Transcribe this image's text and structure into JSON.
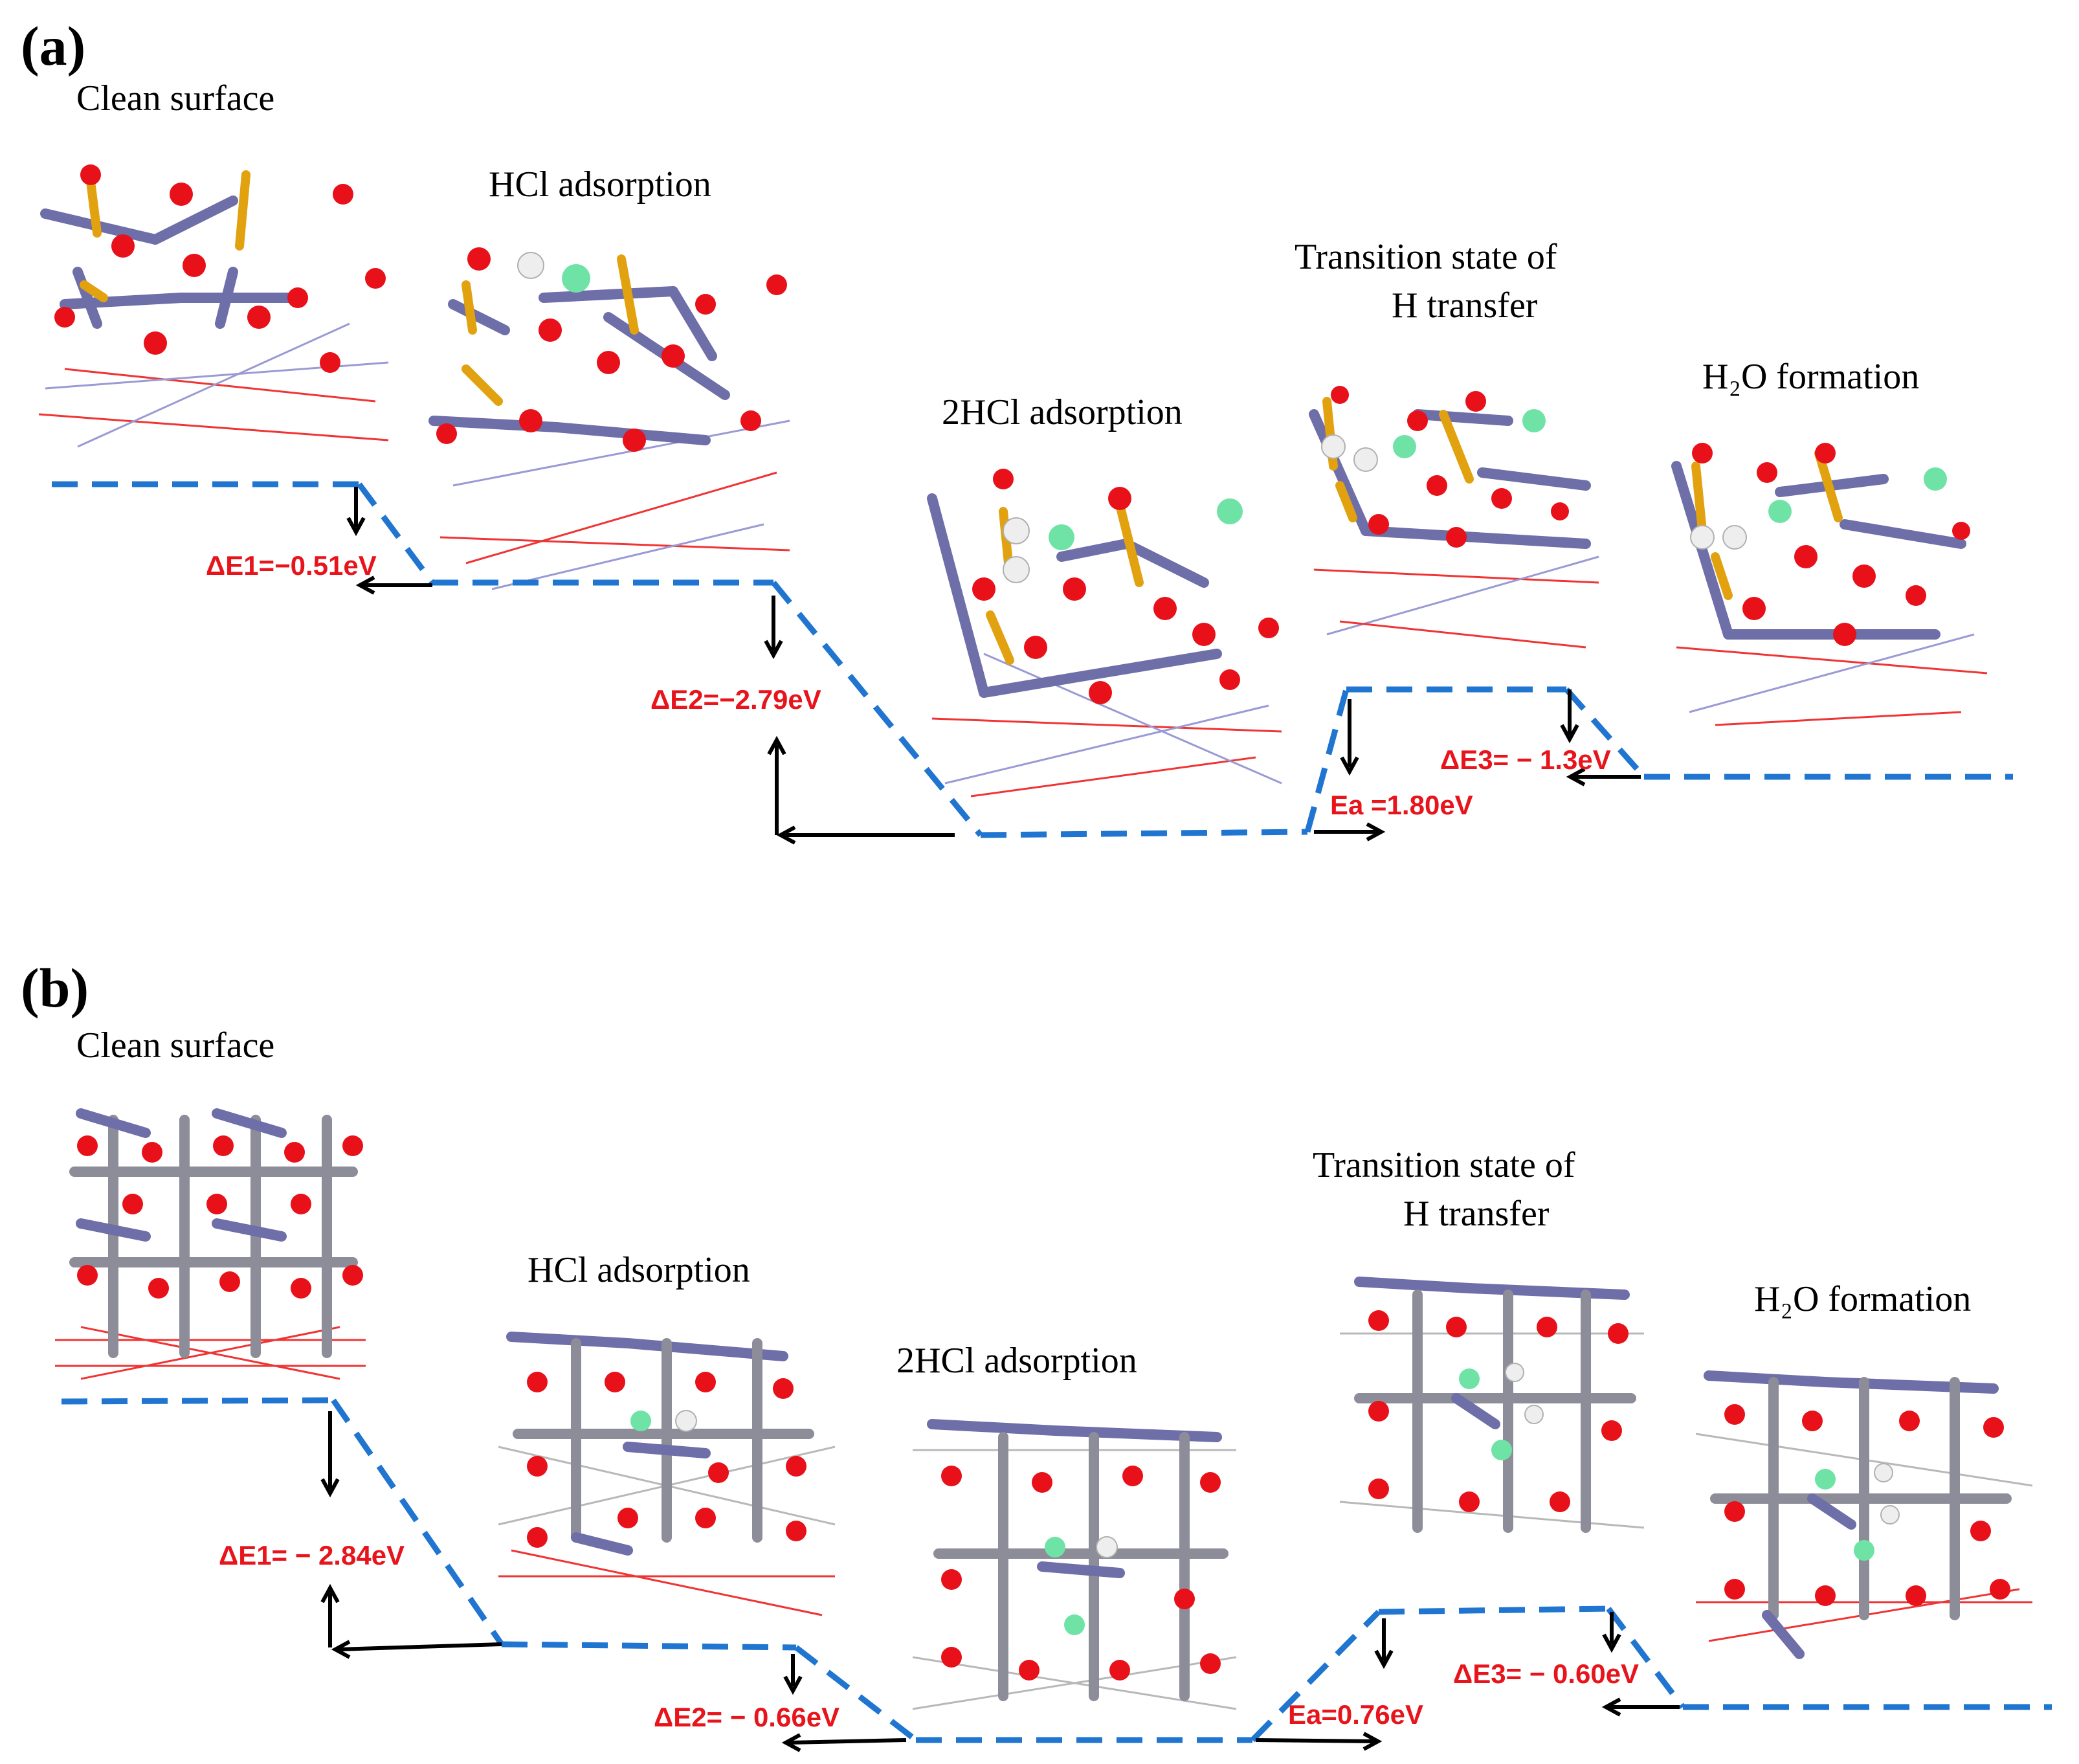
{
  "panels": [
    {
      "label": "(a)",
      "states": [
        {
          "label": "Clean surface"
        },
        {
          "label": "HCl adsorption"
        },
        {
          "label": "2HCl adsorption"
        },
        {
          "label_line1": "Transition state of",
          "label_line2": "H transfer"
        },
        {
          "label": "H₂O formation"
        }
      ],
      "energies": {
        "dE1": "ΔE1=−0.51eV",
        "dE2": "ΔE2=−2.79eV",
        "Ea": "Ea =1.80eV",
        "dE3": "ΔE3= − 1.3eV"
      }
    },
    {
      "label": "(b)",
      "states": [
        {
          "label": "Clean surface"
        },
        {
          "label": "HCl adsorption"
        },
        {
          "label": "2HCl adsorption"
        },
        {
          "label_line1": "Transition state of",
          "label_line2": "H transfer"
        },
        {
          "label": "H₂O formation"
        }
      ],
      "energies": {
        "dE1": "ΔE1= − 2.84eV",
        "dE2": "ΔE2= − 0.66eV",
        "Ea": "Ea=0.76eV",
        "dE3": "ΔE3= − 0.60eV"
      }
    }
  ],
  "colors": {
    "level_line": "#1f75cf",
    "energy_text": "#e8141b",
    "oxygen": "#e8111a",
    "chlorine": "#6fe3a5",
    "hydrogen": "#eeeeee",
    "metal_purple": "#6e6ea8",
    "metal_grey": "#8d8d99",
    "sulfur": "#e2a20f"
  }
}
